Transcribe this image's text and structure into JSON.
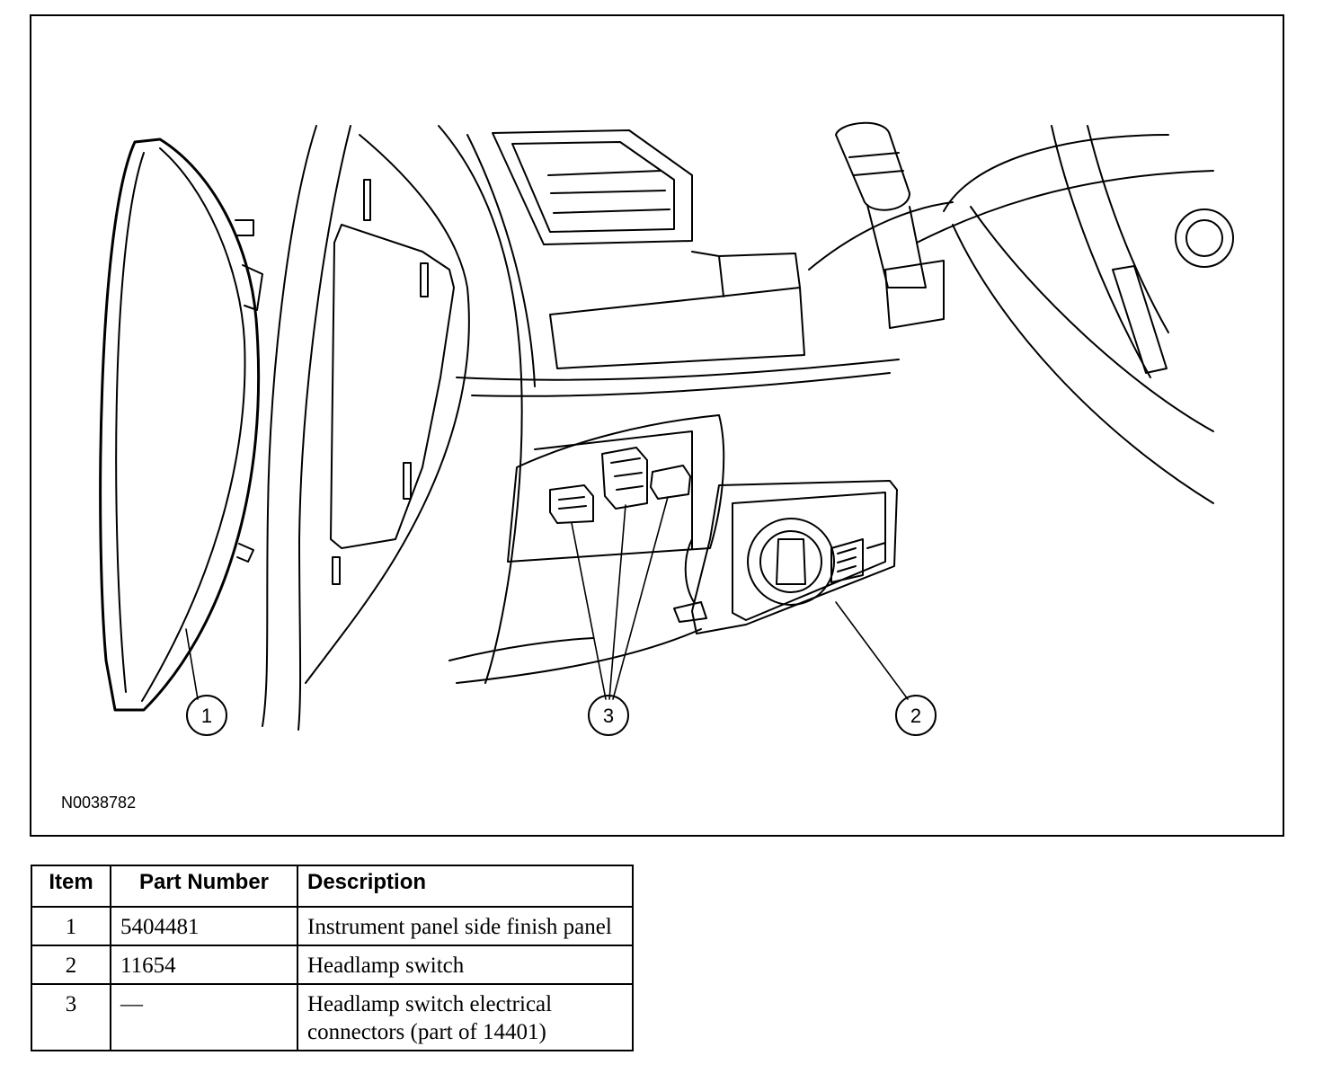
{
  "figure": {
    "id": "N0038782",
    "callouts": [
      "1",
      "3",
      "2"
    ]
  },
  "table": {
    "headers": {
      "item": "Item",
      "part": "Part Number",
      "desc": "Description"
    },
    "rows": [
      {
        "item": "1",
        "part": "5404481",
        "desc": "Instrument panel side finish panel"
      },
      {
        "item": "2",
        "part": "11654",
        "desc": "Headlamp switch"
      },
      {
        "item": "3",
        "part": "—",
        "desc": "Headlamp switch electrical connectors (part of 14401)"
      }
    ]
  }
}
